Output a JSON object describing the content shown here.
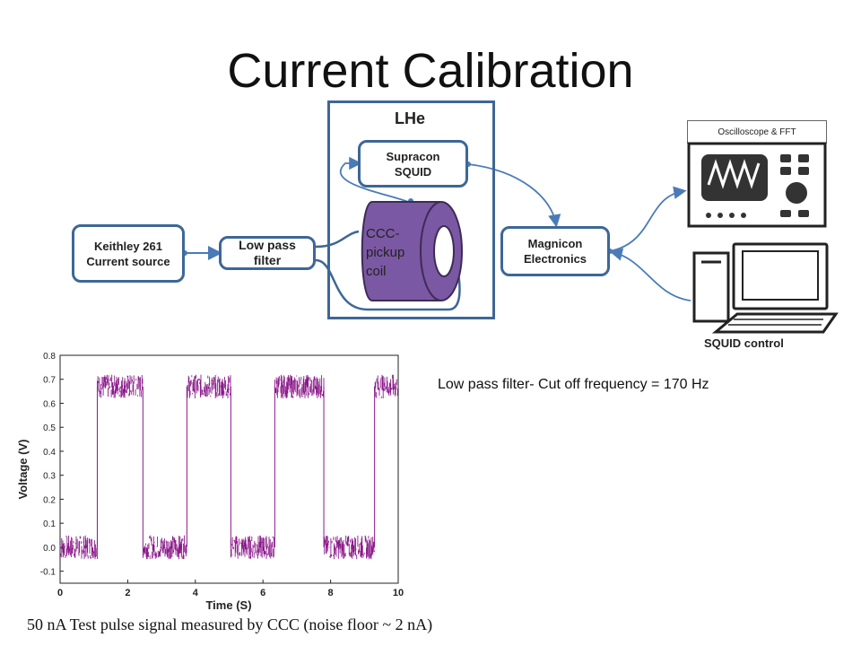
{
  "slide": {
    "title": "Current Calibration",
    "note": "Low pass filter- Cut off frequency = 170 Hz",
    "caption": "50 nA Test pulse signal measured by CCC (noise floor ~ 2 nA)"
  },
  "diagram": {
    "cryostat_label": "LHe",
    "keithley": {
      "line1": "Keithley 261",
      "line2": "Current source"
    },
    "lowpass": {
      "line1": "Low pass",
      "line2": "filter"
    },
    "squid": {
      "line1": "Supracon",
      "line2": "SQUID"
    },
    "magnicon": {
      "line1": "Magnicon",
      "line2": "Electronics"
    },
    "coil": {
      "line1": "CCC-",
      "line2": "pickup",
      "line3": "coil"
    },
    "oscilloscope_label": "Oscilloscope & FFT",
    "computer_label": "SQUID control",
    "colors": {
      "box_border": "#3d6796",
      "coil_fill": "#7b58a3",
      "arrow": "#4a7bb7"
    }
  },
  "chart_data": {
    "type": "line",
    "title": "",
    "xlabel": "Time (S)",
    "ylabel": "Voltage (V)",
    "xlim": [
      0,
      10
    ],
    "ylim": [
      -0.15,
      0.8
    ],
    "x_ticks": [
      "0",
      "2",
      "4",
      "6",
      "8",
      "10"
    ],
    "y_ticks": [
      "-0.1",
      "0.0",
      "0.1",
      "0.2",
      "0.3",
      "0.4",
      "0.5",
      "0.6",
      "0.7",
      "0.8"
    ],
    "series": [
      {
        "color": "#8b1a8b",
        "high_level": 0.67,
        "low_level": 0.0,
        "noise_amplitude": 0.05,
        "segments": [
          {
            "x_start": 0.0,
            "x_end": 1.1,
            "level": "low"
          },
          {
            "x_start": 1.1,
            "x_end": 2.45,
            "level": "high"
          },
          {
            "x_start": 2.45,
            "x_end": 3.75,
            "level": "low"
          },
          {
            "x_start": 3.75,
            "x_end": 5.05,
            "level": "high"
          },
          {
            "x_start": 5.05,
            "x_end": 6.35,
            "level": "low"
          },
          {
            "x_start": 6.35,
            "x_end": 7.8,
            "level": "high"
          },
          {
            "x_start": 7.8,
            "x_end": 9.3,
            "level": "low"
          },
          {
            "x_start": 9.3,
            "x_end": 10.0,
            "level": "high"
          }
        ]
      }
    ]
  }
}
